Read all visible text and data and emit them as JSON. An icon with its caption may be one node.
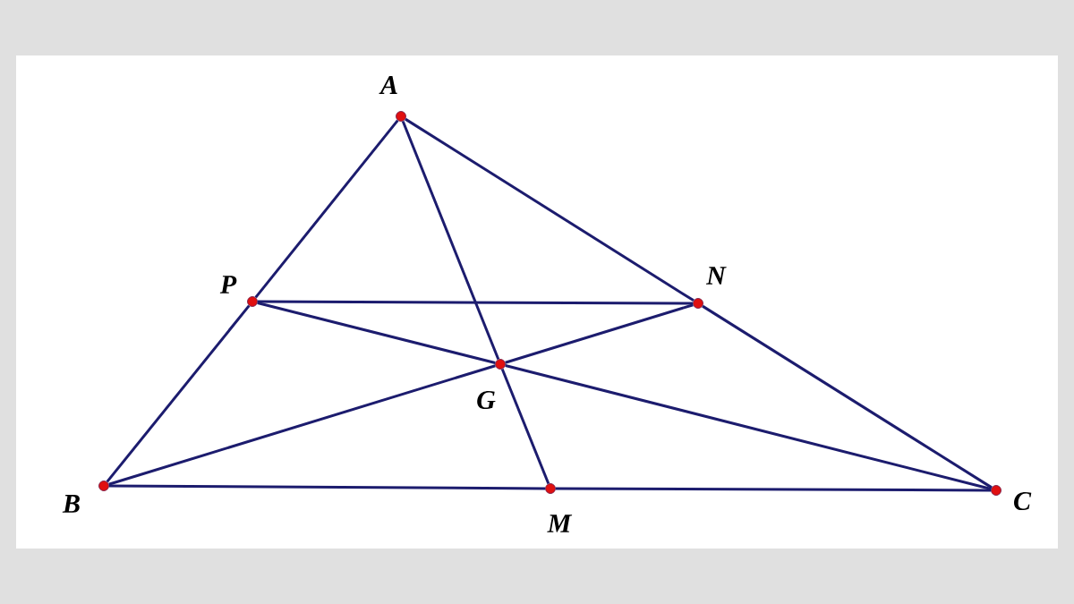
{
  "diagram": {
    "nodes": [
      {
        "text": [
          "A"
        ]
      },
      {
        "text": [
          "P"
        ]
      },
      {
        "text": [
          "N"
        ]
      },
      {
        "text": [
          "G"
        ]
      },
      {
        "text": [
          "B"
        ]
      },
      {
        "text": [
          "M"
        ]
      },
      {
        "text": [
          "C"
        ]
      }
    ],
    "edges": [
      {
        "from": 0,
        "to": 1,
        "arrow": "none"
      },
      {
        "from": 1,
        "to": 4,
        "arrow": "none"
      },
      {
        "from": 0,
        "to": 2,
        "arrow": "none"
      },
      {
        "from": 2,
        "to": 6,
        "arrow": "none"
      },
      {
        "from": 4,
        "to": 5,
        "arrow": "none"
      },
      {
        "from": 5,
        "to": 6,
        "arrow": "none"
      },
      {
        "from": 0,
        "to": 3,
        "arrow": "none"
      },
      {
        "from": 3,
        "to": 5,
        "arrow": "none"
      },
      {
        "from": 1,
        "to": 2,
        "arrow": "none"
      },
      {
        "from": 1,
        "to": 3,
        "arrow": "none"
      },
      {
        "from": 3,
        "to": 6,
        "arrow": "none"
      },
      {
        "from": 4,
        "to": 3,
        "arrow": "none"
      },
      {
        "from": 3,
        "to": 2,
        "arrow": "none"
      }
    ]
  }
}
